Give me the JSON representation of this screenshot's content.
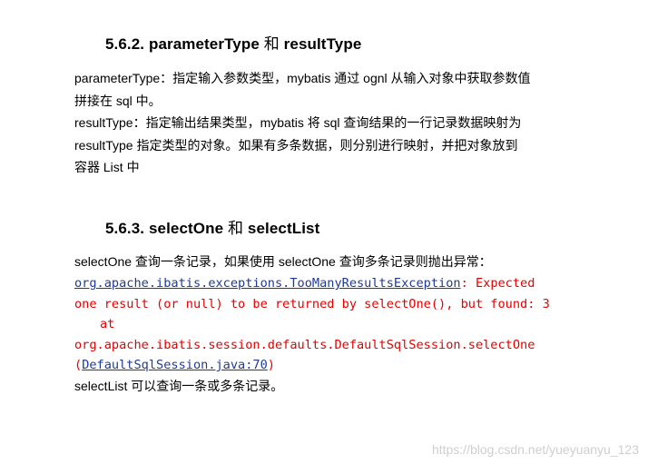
{
  "section1": {
    "number": "5.6.2.",
    "title_a": "parameterType",
    "joiner": "和",
    "title_b": "resultType",
    "lines": [
      "parameterType：指定输入参数类型，mybatis 通过 ognl 从输入对象中获取参数值",
      "拼接在 sql 中。",
      "resultType：指定输出结果类型，mybatis 将 sql 查询结果的一行记录数据映射为",
      "resultType 指定类型的对象。如果有多条数据，则分别进行映射，并把对象放到",
      "容器 List 中"
    ]
  },
  "section2": {
    "number": "5.6.3.",
    "title_a": "selectOne",
    "joiner": "和",
    "title_b": "selectList",
    "intro": "selectOne 查询一条记录，如果使用 selectOne 查询多条记录则抛出异常：",
    "exception": {
      "class_link": "org.apache.ibatis.exceptions.TooManyResultsException",
      "message_tail": ": Expected",
      "line2": "one result (or null) to be returned by selectOne(), but found: 3",
      "line3": "at",
      "line4": "org.apache.ibatis.session.defaults.DefaultSqlSession.selectOne",
      "open_paren": "(",
      "source_link": "DefaultSqlSession.java:70",
      "close_paren": ")"
    },
    "outro": "selectList 可以查询一条或多条记录。"
  },
  "watermark": "https://blog.csdn.net/yueyuanyu_123",
  "colors": {
    "code_text": "#e60000",
    "code_link": "#1f3a96",
    "watermark": "#cfcfcf"
  }
}
